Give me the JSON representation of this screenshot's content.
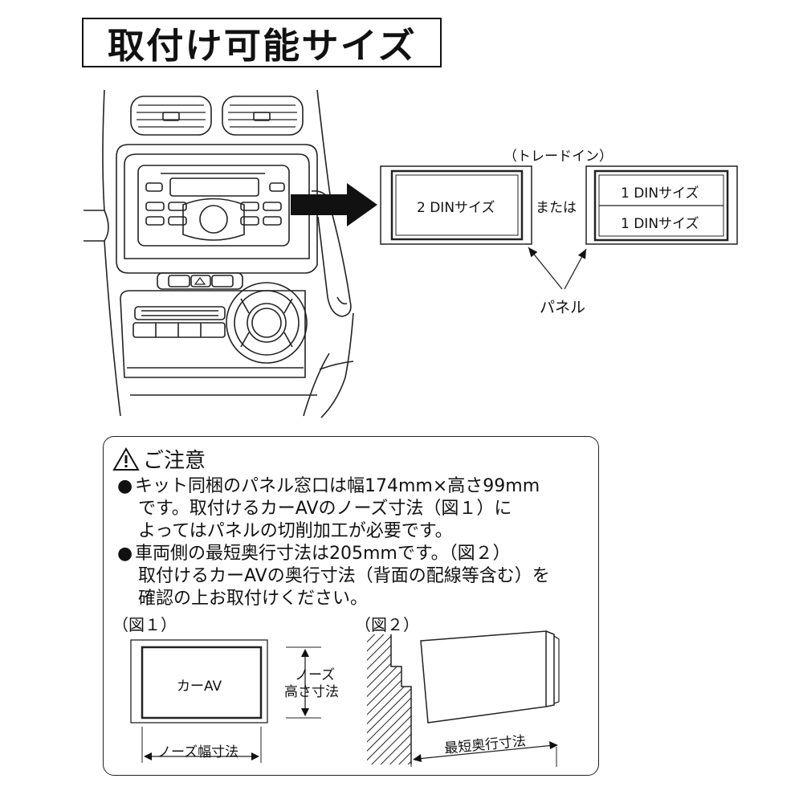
{
  "title": "取付け可能サイズ",
  "diagram": {
    "trade_in_label": "（トレードイン）",
    "option_2din": "2 DINサイズ",
    "or_label": "または",
    "option_1din_top": "1 DINサイズ",
    "option_1din_bottom": "1 DINサイズ",
    "panel_label": "パネル"
  },
  "notice": {
    "heading": "ご注意",
    "bullet": "●",
    "item1_lines": [
      "キット同梱のパネル窓口は幅174mm×高さ99mm",
      "です。取付けるカーAVのノーズ寸法（図１）に",
      "よってはパネルの切削加工が必要です。"
    ],
    "item2_lines": [
      "車両側の最短奥行寸法は205mmです。（図２）",
      "取付けるカーAVの奥行寸法（背面の配線等含む）を",
      "確認の上お取付けください。"
    ]
  },
  "fig1": {
    "label": "（図１）",
    "box_text": "カーAV",
    "nose_height_line1": "ノーズ",
    "nose_height_line2": "高さ寸法",
    "nose_width": "ノーズ幅寸法"
  },
  "fig2": {
    "label": "（図２）",
    "depth_label": "最短奥行寸法"
  }
}
